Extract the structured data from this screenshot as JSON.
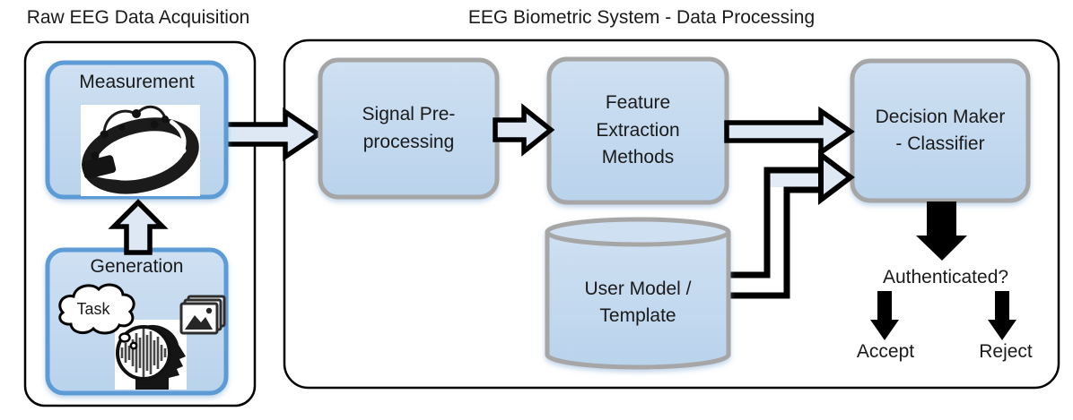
{
  "titles": {
    "left": "Raw EEG Data Acquisition",
    "right": "EEG Biometric System - Data Processing"
  },
  "acquisition": {
    "measurement_label": "Measurement",
    "generation_label": "Generation",
    "task_label": "Task"
  },
  "processing": {
    "signal_label": "Signal Pre-processing",
    "feature_label": "Feature Extraction Methods",
    "decision_label": "Decision Maker - Classifier",
    "user_model_label": "User Model / Template"
  },
  "outputs": {
    "question": "Authenticated?",
    "accept": "Accept",
    "reject": "Reject"
  },
  "icons": {
    "headset": "eeg-headset-photo",
    "thought_cloud": "task-thought-cloud",
    "brain_head": "head-with-eeg-waveform",
    "photos": "image-stack"
  },
  "colors": {
    "box_fill": "#c3d8ee",
    "box_fill_light": "#cfe0f2",
    "box_border_blue": "#5b9bd5",
    "box_border_gray": "#a6a6a6",
    "arrow_fill": "#dde8f4",
    "outline": "#000000",
    "solid_arrow": "#000000",
    "background": "#ffffff",
    "text": "#1a1a1a"
  }
}
